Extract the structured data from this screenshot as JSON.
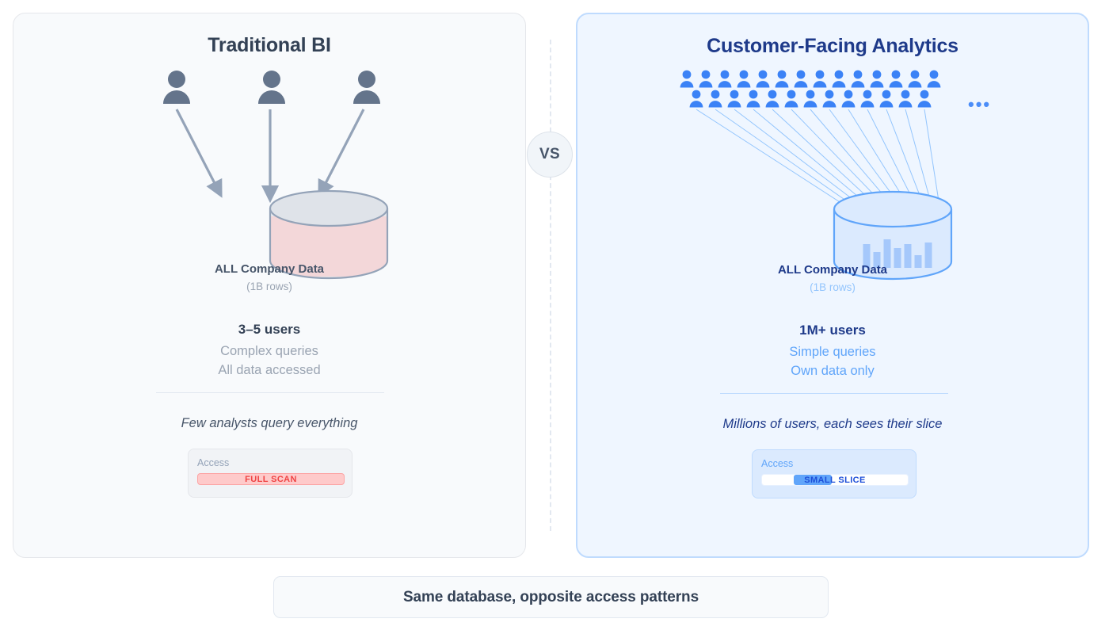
{
  "footer": {
    "text": "Same database, opposite access patterns"
  },
  "center": {
    "vs_label": "VS",
    "divider": "dashed-vertical-divider"
  },
  "colors": {
    "left_panel_bg": "#f8fafc",
    "left_panel_border": "#e5e7eb",
    "right_panel_bg": "#eff6ff",
    "right_panel_border": "#bfdbfe",
    "left_accent": "#64748b",
    "right_accent": "#3b82f6",
    "danger": "#ef4444",
    "danger_fill": "#fecaca",
    "blue_dark": "#1e3a8a",
    "blue_mid": "#60a5fa",
    "slate_text": "#334155",
    "muted_text": "#9aa4b2"
  },
  "left_panel": {
    "title": "Traditional BI",
    "people_count": 3,
    "people_icon": "person-icon",
    "database": {
      "label": "ALL Company Data",
      "sublabel": "(1B rows)",
      "fill_style": "full-scan-highlight"
    },
    "stats": {
      "primary": "3–5 users",
      "lines": [
        "Complex queries",
        "All data accessed"
      ]
    },
    "caption": "Few analysts query everything",
    "access": {
      "label": "Access",
      "badge": "FULL SCAN",
      "fill_percent": 100
    }
  },
  "right_panel": {
    "title": "Customer-Facing Analytics",
    "people_row1_count": 14,
    "people_row2_count": 13,
    "people_icon": "person-icon",
    "ellipsis": "•••",
    "database": {
      "label": "ALL Company Data",
      "sublabel": "(1B rows)",
      "fill_style": "small-slices",
      "slice_heights": [
        30,
        20,
        36,
        25,
        30,
        16,
        32
      ]
    },
    "stats": {
      "primary": "1M+ users",
      "lines": [
        "Simple queries",
        "Own data only"
      ]
    },
    "caption": "Millions of users, each sees their slice",
    "access": {
      "label": "Access",
      "badge": "SMALL SLICE",
      "fill_percent": 26
    }
  }
}
